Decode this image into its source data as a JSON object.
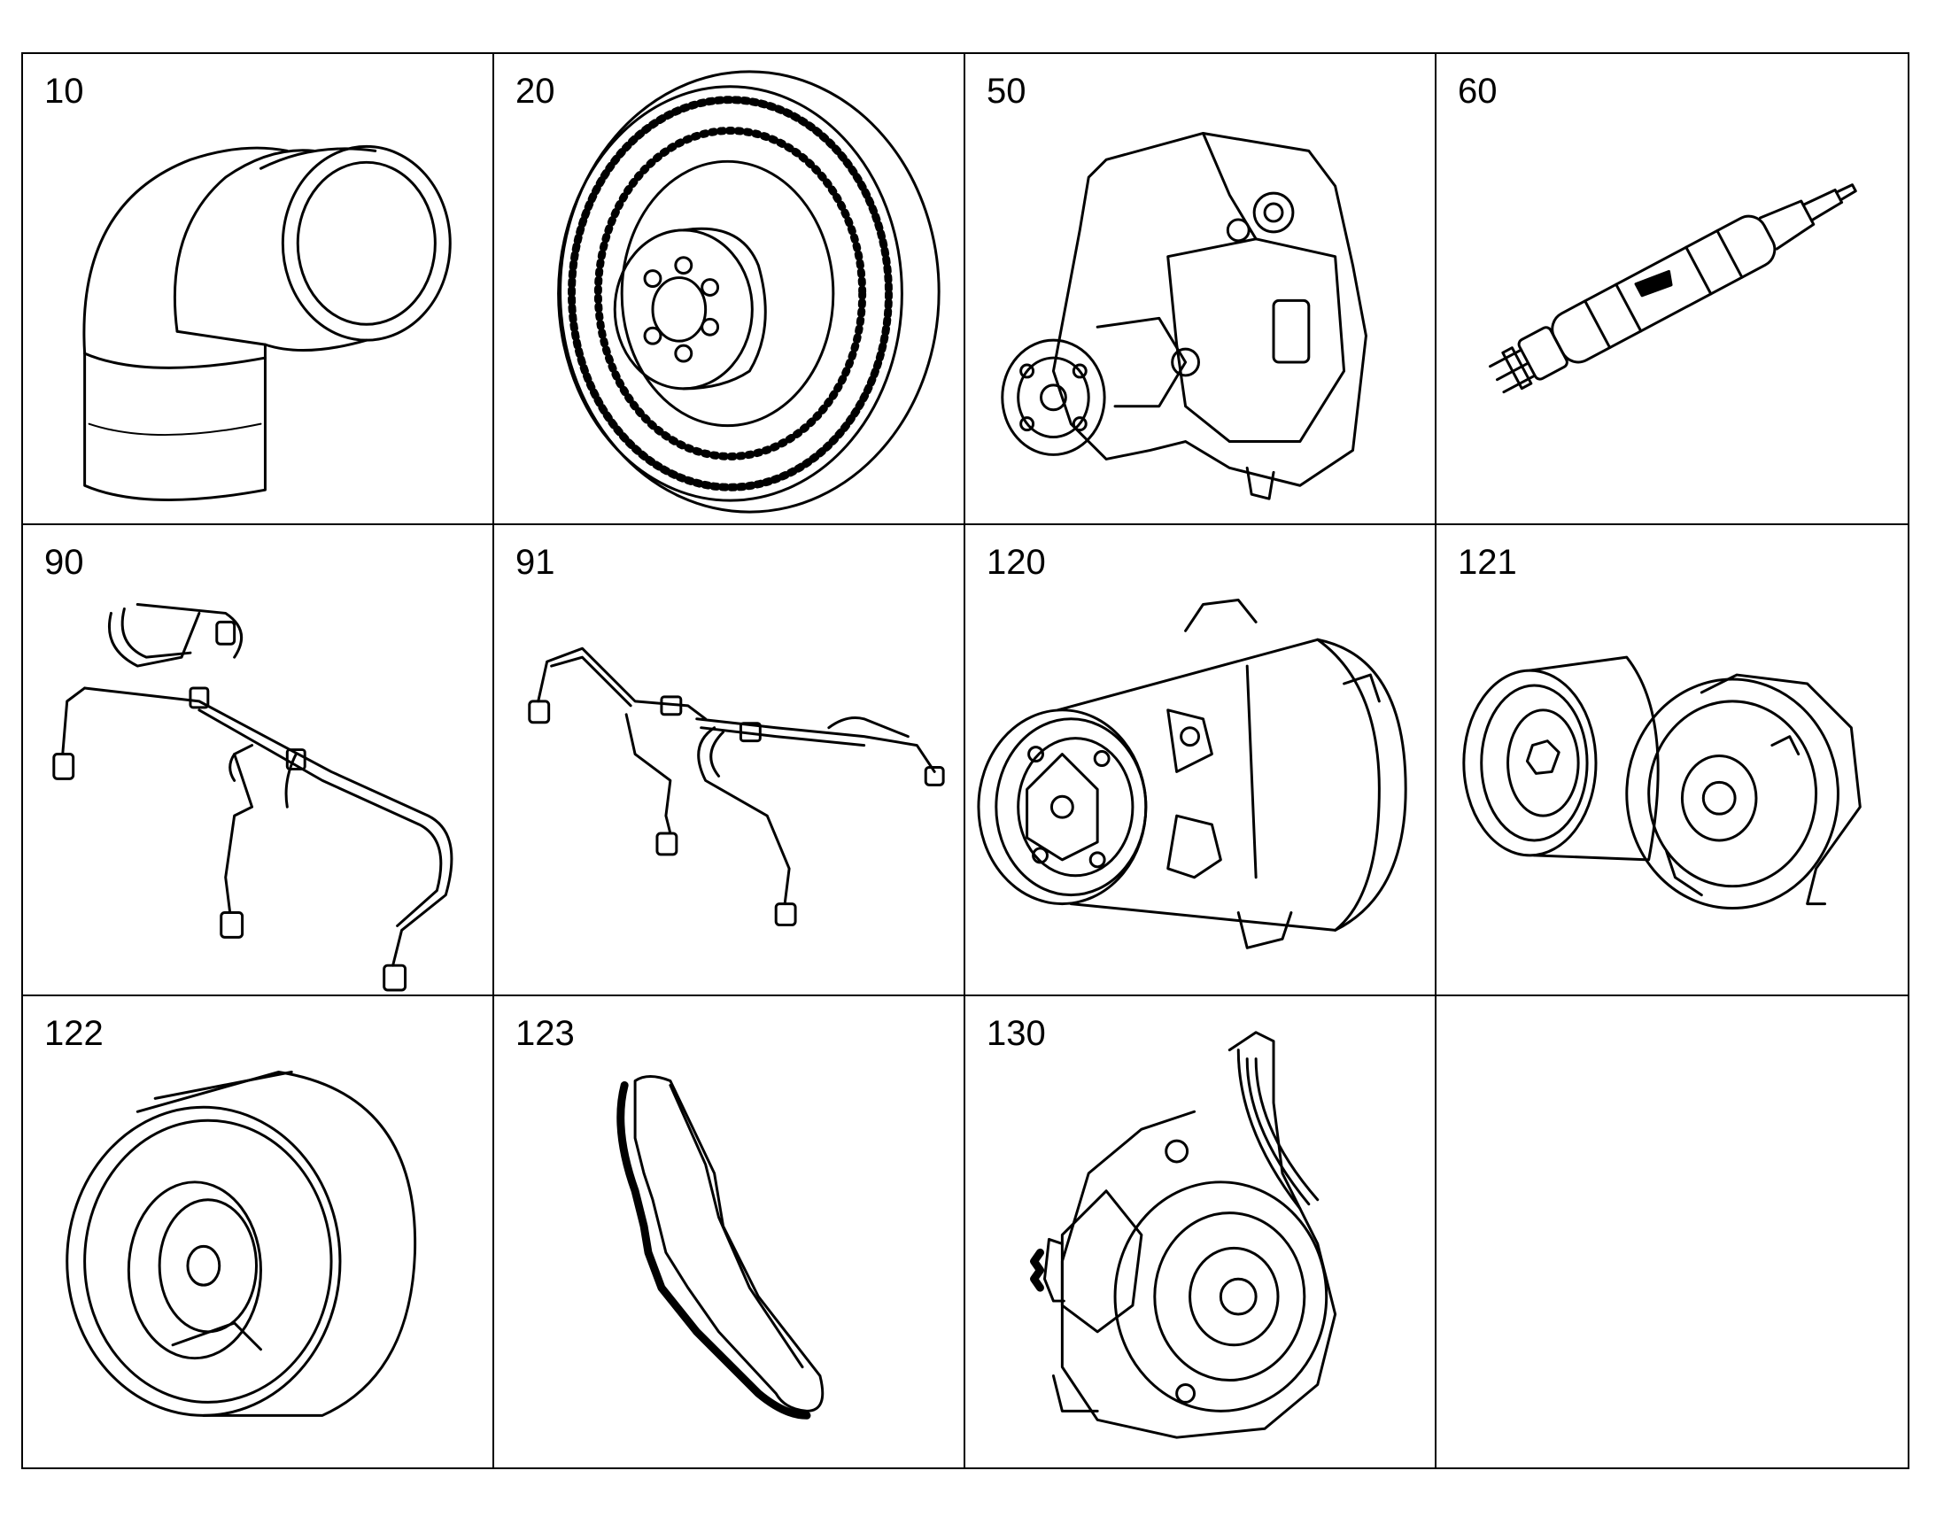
{
  "parts": [
    {
      "number": "10",
      "icon": "pipe-elbow-icon"
    },
    {
      "number": "20",
      "icon": "viscous-fan-clutch-icon"
    },
    {
      "number": "50",
      "icon": "fuel-injection-pump-icon"
    },
    {
      "number": "60",
      "icon": "fuel-injector-icon"
    },
    {
      "number": "90",
      "icon": "fuel-line-harness-icon"
    },
    {
      "number": "91",
      "icon": "fuel-line-harness-icon"
    },
    {
      "number": "120",
      "icon": "ac-compressor-icon"
    },
    {
      "number": "121",
      "icon": "belt-tensioner-icon"
    },
    {
      "number": "122",
      "icon": "idler-pulley-icon"
    },
    {
      "number": "123",
      "icon": "drive-belt-icon"
    },
    {
      "number": "130",
      "icon": "alternator-icon"
    },
    {
      "number": "",
      "icon": ""
    }
  ]
}
